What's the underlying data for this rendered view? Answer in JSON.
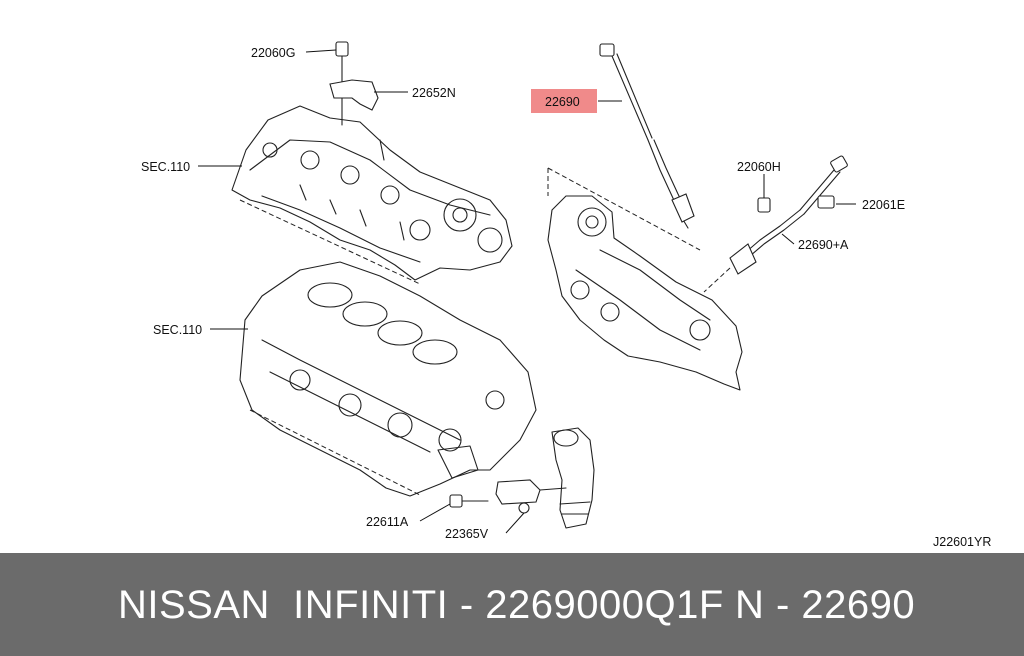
{
  "diagram": {
    "callouts": {
      "bolt_top": "22060G",
      "cam_sensor": "22652N",
      "sec_upper": "SEC.110",
      "sec_lower": "SEC.110",
      "highlighted": "22690",
      "clip": "22060H",
      "connector": "22061E",
      "sensor_a": "22690+A",
      "bolt_bottom": "22611A",
      "knock_sensor": "22365V",
      "drawing_code": "J22601YR"
    },
    "highlight_color": "#f08a8a"
  },
  "footer": {
    "part_text": "NISSAN  INFINITI - 2269000Q1F",
    "ref_text": "N - 22690",
    "background": "#6b6b6b",
    "text_color": "#ffffff"
  }
}
